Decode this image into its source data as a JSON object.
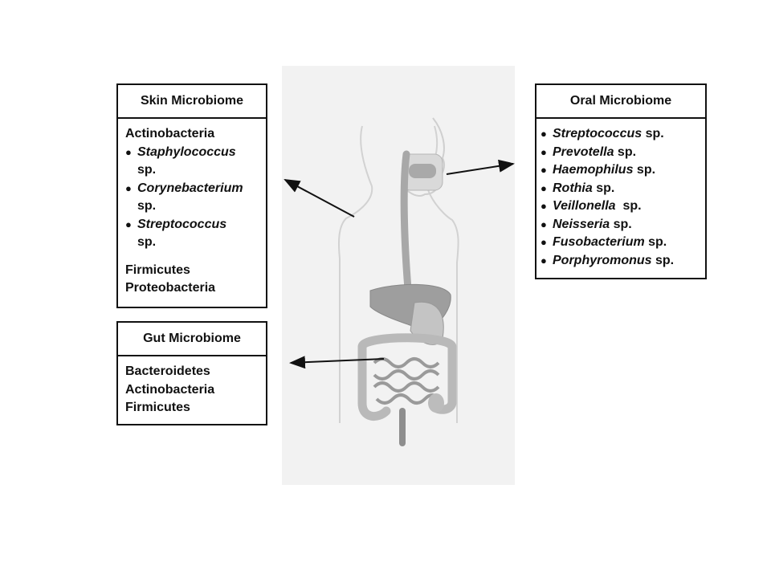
{
  "skin": {
    "title": "Skin Microbiome",
    "phylum_1": "Actinobacteria",
    "genera": [
      {
        "bullet": "●",
        "genus": "Staphylococcus",
        "suffix": "sp."
      },
      {
        "bullet": "●",
        "genus": "Corynebacterium",
        "suffix": "sp."
      },
      {
        "bullet": "●",
        "genus": "Streptococcus",
        "suffix": "sp."
      }
    ],
    "phylum_2": "Firmicutes",
    "phylum_3": "Proteobacteria"
  },
  "gut": {
    "title": "Gut Microbiome",
    "phyla": [
      "Bacteroidetes",
      "Actinobacteria",
      "Firmicutes"
    ]
  },
  "oral": {
    "title": "Oral Microbiome",
    "genera": [
      {
        "bullet": "●",
        "genus": "Streptococcus",
        "suffix": " sp."
      },
      {
        "bullet": "●",
        "genus": "Prevotella",
        "suffix": " sp."
      },
      {
        "bullet": "●",
        "genus": "Haemophilus",
        "suffix": " sp."
      },
      {
        "bullet": "●",
        "genus": "Rothia",
        "suffix": " sp."
      },
      {
        "bullet": "●",
        "genus": "Veillonella",
        "suffix": "  sp."
      },
      {
        "bullet": "●",
        "genus": "Neisseria",
        "suffix": " sp."
      },
      {
        "bullet": "●",
        "genus": "Fusobacterium",
        "suffix": " sp."
      },
      {
        "bullet": "●",
        "genus": "Porphyromonus",
        "suffix": " sp."
      }
    ]
  },
  "colors": {
    "figure_background": "#f2f2f2",
    "organ_fill": "#bdbdbd",
    "outline": "#cfcfcf",
    "arrow": "#111111",
    "box_border": "#111111"
  }
}
